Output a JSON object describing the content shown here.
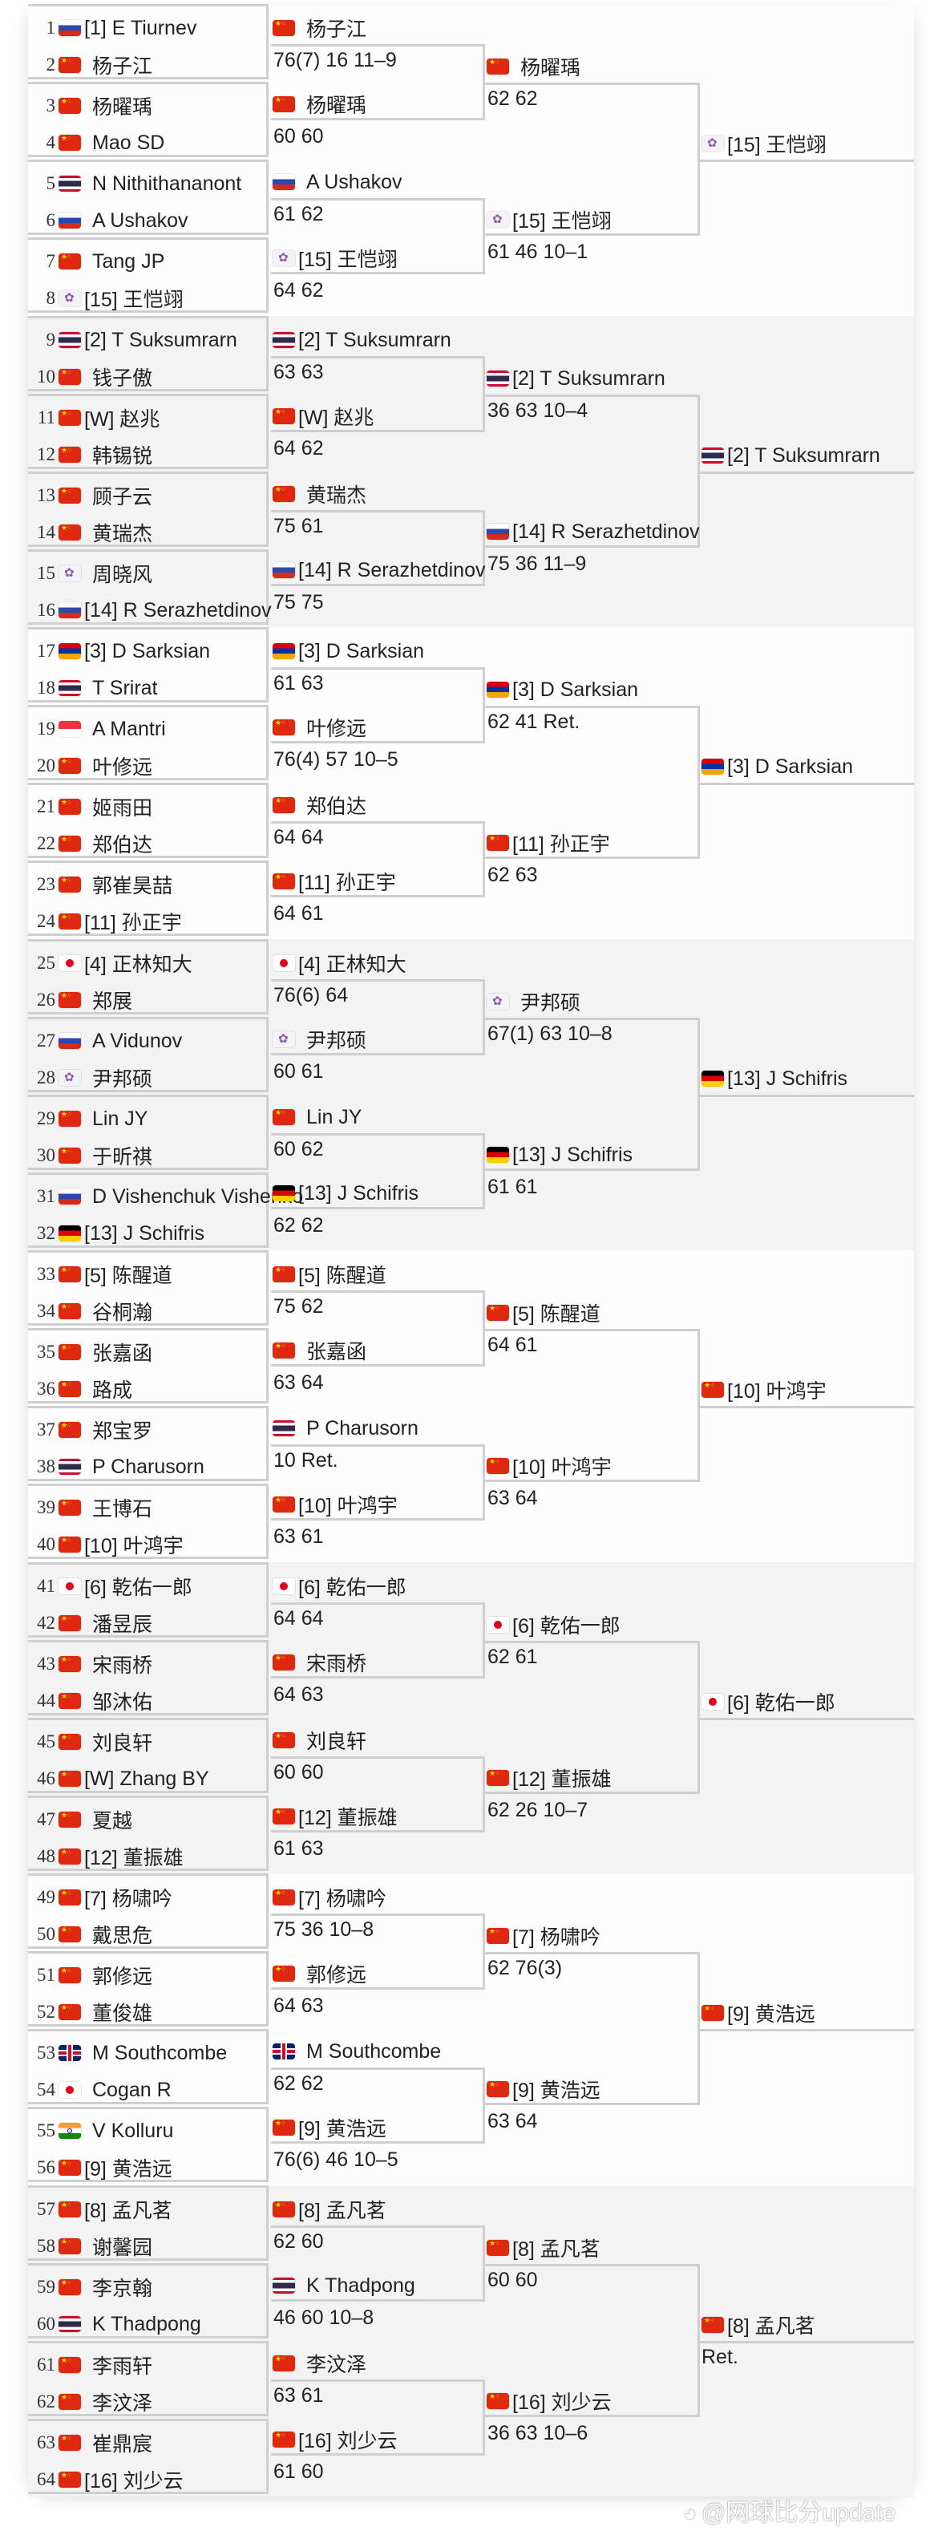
{
  "draw": {
    "sections": [
      {
        "players": [
          {
            "num": "1",
            "flag": "ru",
            "name": "[1] E Tiurnev"
          },
          {
            "num": "2",
            "flag": "cn",
            "name": "杨子江"
          },
          {
            "num": "3",
            "flag": "cn",
            "name": "杨曜瑀"
          },
          {
            "num": "4",
            "flag": "cn",
            "name": "Mao SD"
          },
          {
            "num": "5",
            "flag": "th",
            "name": "N Nithithananont"
          },
          {
            "num": "6",
            "flag": "ru",
            "name": "A Ushakov"
          },
          {
            "num": "7",
            "flag": "cn",
            "name": "Tang JP"
          },
          {
            "num": "8",
            "flag": "tpe",
            "name": "[15] 王恺翊"
          }
        ],
        "r2": [
          {
            "flag": "cn",
            "name": "杨子江",
            "score": "76(7) 16 11–9"
          },
          {
            "flag": "cn",
            "name": "杨曜瑀",
            "score": "60 60"
          },
          {
            "flag": "ru",
            "name": "A Ushakov",
            "score": "61 62"
          },
          {
            "flag": "tpe",
            "name": "[15] 王恺翊",
            "score": "64 62"
          }
        ],
        "r3": [
          {
            "flag": "cn",
            "name": "杨曜瑀",
            "score": "62 62"
          },
          {
            "flag": "tpe",
            "name": "[15] 王恺翊",
            "score": "61 46 10–1"
          }
        ],
        "qf": {
          "flag": "tpe",
          "name": "[15] 王恺翊",
          "score": ""
        }
      },
      {
        "players": [
          {
            "num": "9",
            "flag": "th",
            "name": "[2] T Suksumrarn"
          },
          {
            "num": "10",
            "flag": "cn",
            "name": "钱子傲"
          },
          {
            "num": "11",
            "flag": "cn",
            "name": "[W] 赵兆"
          },
          {
            "num": "12",
            "flag": "cn",
            "name": "韩锡锐"
          },
          {
            "num": "13",
            "flag": "cn",
            "name": "顾子云"
          },
          {
            "num": "14",
            "flag": "cn",
            "name": "黄瑞杰"
          },
          {
            "num": "15",
            "flag": "tpe",
            "name": "周晓风"
          },
          {
            "num": "16",
            "flag": "ru",
            "name": "[14] R Serazhetdinov"
          }
        ],
        "r2": [
          {
            "flag": "th",
            "name": "[2] T Suksumrarn",
            "score": "63 63"
          },
          {
            "flag": "cn",
            "name": "[W] 赵兆",
            "score": "64 62"
          },
          {
            "flag": "cn",
            "name": "黄瑞杰",
            "score": "75 61"
          },
          {
            "flag": "ru",
            "name": "[14] R Serazhetdinov",
            "score": "75 75"
          }
        ],
        "r3": [
          {
            "flag": "th",
            "name": "[2] T Suksumrarn",
            "score": "36 63 10–4"
          },
          {
            "flag": "ru",
            "name": "[14] R Serazhetdinov",
            "score": "75 36 11–9"
          }
        ],
        "qf": {
          "flag": "th",
          "name": "[2] T Suksumrarn",
          "score": ""
        }
      },
      {
        "players": [
          {
            "num": "17",
            "flag": "am",
            "name": "[3] D Sarksian"
          },
          {
            "num": "18",
            "flag": "th",
            "name": "T Srirat"
          },
          {
            "num": "19",
            "flag": "sg",
            "name": "A Mantri"
          },
          {
            "num": "20",
            "flag": "cn",
            "name": "叶修远"
          },
          {
            "num": "21",
            "flag": "cn",
            "name": "姬雨田"
          },
          {
            "num": "22",
            "flag": "cn",
            "name": "郑伯达"
          },
          {
            "num": "23",
            "flag": "cn",
            "name": "郭崔昊喆"
          },
          {
            "num": "24",
            "flag": "cn",
            "name": "[11] 孙正宇"
          }
        ],
        "r2": [
          {
            "flag": "am",
            "name": "[3] D Sarksian",
            "score": "61 63"
          },
          {
            "flag": "cn",
            "name": "叶修远",
            "score": "76(4) 57 10–5"
          },
          {
            "flag": "cn",
            "name": "郑伯达",
            "score": "64 64"
          },
          {
            "flag": "cn",
            "name": "[11] 孙正宇",
            "score": "64 61"
          }
        ],
        "r3": [
          {
            "flag": "am",
            "name": "[3] D Sarksian",
            "score": "62 41 Ret."
          },
          {
            "flag": "cn",
            "name": "[11] 孙正宇",
            "score": "62 63"
          }
        ],
        "qf": {
          "flag": "am",
          "name": "[3] D Sarksian",
          "score": ""
        }
      },
      {
        "players": [
          {
            "num": "25",
            "flag": "jp",
            "name": "[4] 正林知大"
          },
          {
            "num": "26",
            "flag": "cn",
            "name": "郑展"
          },
          {
            "num": "27",
            "flag": "ru",
            "name": "A Vidunov"
          },
          {
            "num": "28",
            "flag": "tpe",
            "name": "尹邦硕"
          },
          {
            "num": "29",
            "flag": "cn",
            "name": "Lin JY"
          },
          {
            "num": "30",
            "flag": "cn",
            "name": "于昕祺"
          },
          {
            "num": "31",
            "flag": "ru",
            "name": "D Vishenchuk Vishenko"
          },
          {
            "num": "32",
            "flag": "de",
            "name": "[13] J Schifris"
          }
        ],
        "r2": [
          {
            "flag": "jp",
            "name": "[4] 正林知大",
            "score": "76(6) 64"
          },
          {
            "flag": "tpe",
            "name": "尹邦硕",
            "score": "60 61"
          },
          {
            "flag": "cn",
            "name": "Lin JY",
            "score": "60 62"
          },
          {
            "flag": "de",
            "name": "[13] J Schifris",
            "score": "62 62"
          }
        ],
        "r3": [
          {
            "flag": "tpe",
            "name": "尹邦硕",
            "score": "67(1) 63 10–8"
          },
          {
            "flag": "de",
            "name": "[13] J Schifris",
            "score": "61 61"
          }
        ],
        "qf": {
          "flag": "de",
          "name": "[13] J Schifris",
          "score": ""
        }
      },
      {
        "players": [
          {
            "num": "33",
            "flag": "cn",
            "name": "[5] 陈醒道"
          },
          {
            "num": "34",
            "flag": "cn",
            "name": "谷桐瀚"
          },
          {
            "num": "35",
            "flag": "cn",
            "name": "张嘉函"
          },
          {
            "num": "36",
            "flag": "cn",
            "name": "路成"
          },
          {
            "num": "37",
            "flag": "cn",
            "name": "郑宝罗"
          },
          {
            "num": "38",
            "flag": "th",
            "name": "P Charusorn"
          },
          {
            "num": "39",
            "flag": "cn",
            "name": "王博石"
          },
          {
            "num": "40",
            "flag": "cn",
            "name": "[10] 叶鸿宇"
          }
        ],
        "r2": [
          {
            "flag": "cn",
            "name": "[5] 陈醒道",
            "score": "75 62"
          },
          {
            "flag": "cn",
            "name": "张嘉函",
            "score": "63 64"
          },
          {
            "flag": "th",
            "name": "P Charusorn",
            "score": "10 Ret."
          },
          {
            "flag": "cn",
            "name": "[10] 叶鸿宇",
            "score": "63 61"
          }
        ],
        "r3": [
          {
            "flag": "cn",
            "name": "[5] 陈醒道",
            "score": "64 61"
          },
          {
            "flag": "cn",
            "name": "[10] 叶鸿宇",
            "score": "63 64"
          }
        ],
        "qf": {
          "flag": "cn",
          "name": "[10] 叶鸿宇",
          "score": ""
        }
      },
      {
        "players": [
          {
            "num": "41",
            "flag": "jp",
            "name": "[6] 乾佑一郎"
          },
          {
            "num": "42",
            "flag": "cn",
            "name": "潘昱辰"
          },
          {
            "num": "43",
            "flag": "cn",
            "name": "宋雨桥"
          },
          {
            "num": "44",
            "flag": "cn",
            "name": "邹沐佑"
          },
          {
            "num": "45",
            "flag": "cn",
            "name": "刘良轩"
          },
          {
            "num": "46",
            "flag": "cn",
            "name": "[W] Zhang BY"
          },
          {
            "num": "47",
            "flag": "cn",
            "name": "夏越"
          },
          {
            "num": "48",
            "flag": "cn",
            "name": "[12] 董振雄"
          }
        ],
        "r2": [
          {
            "flag": "jp",
            "name": "[6] 乾佑一郎",
            "score": "64 64"
          },
          {
            "flag": "cn",
            "name": "宋雨桥",
            "score": "64 63"
          },
          {
            "flag": "cn",
            "name": "刘良轩",
            "score": "60 60"
          },
          {
            "flag": "cn",
            "name": "[12] 董振雄",
            "score": "61 63"
          }
        ],
        "r3": [
          {
            "flag": "jp",
            "name": "[6] 乾佑一郎",
            "score": "62 61"
          },
          {
            "flag": "cn",
            "name": "[12] 董振雄",
            "score": "62 26 10–7"
          }
        ],
        "qf": {
          "flag": "jp",
          "name": "[6] 乾佑一郎",
          "score": ""
        }
      },
      {
        "players": [
          {
            "num": "49",
            "flag": "cn",
            "name": "[7] 杨啸吟"
          },
          {
            "num": "50",
            "flag": "cn",
            "name": "戴思危"
          },
          {
            "num": "51",
            "flag": "cn",
            "name": "郭修远"
          },
          {
            "num": "52",
            "flag": "cn",
            "name": "董俊雄"
          },
          {
            "num": "53",
            "flag": "gb",
            "name": "M Southcombe"
          },
          {
            "num": "54",
            "flag": "jp",
            "name": "Cogan R"
          },
          {
            "num": "55",
            "flag": "in",
            "name": "V Kolluru"
          },
          {
            "num": "56",
            "flag": "cn",
            "name": "[9] 黄浩远"
          }
        ],
        "r2": [
          {
            "flag": "cn",
            "name": "[7] 杨啸吟",
            "score": "75 36 10–8"
          },
          {
            "flag": "cn",
            "name": "郭修远",
            "score": "64 63"
          },
          {
            "flag": "gb",
            "name": "M Southcombe",
            "score": "62 62"
          },
          {
            "flag": "cn",
            "name": "[9] 黄浩远",
            "score": "76(6) 46 10–5"
          }
        ],
        "r3": [
          {
            "flag": "cn",
            "name": "[7] 杨啸吟",
            "score": "62 76(3)"
          },
          {
            "flag": "cn",
            "name": "[9] 黄浩远",
            "score": "63 64"
          }
        ],
        "qf": {
          "flag": "cn",
          "name": "[9] 黄浩远",
          "score": ""
        }
      },
      {
        "players": [
          {
            "num": "57",
            "flag": "cn",
            "name": "[8] 孟凡茗"
          },
          {
            "num": "58",
            "flag": "cn",
            "name": "谢馨园"
          },
          {
            "num": "59",
            "flag": "cn",
            "name": "李京翰"
          },
          {
            "num": "60",
            "flag": "th",
            "name": "K Thadpong"
          },
          {
            "num": "61",
            "flag": "cn",
            "name": "李雨轩"
          },
          {
            "num": "62",
            "flag": "cn",
            "name": "李汶泽"
          },
          {
            "num": "63",
            "flag": "cn",
            "name": "崔鼎宸"
          },
          {
            "num": "64",
            "flag": "cn",
            "name": "[16] 刘少云"
          }
        ],
        "r2": [
          {
            "flag": "cn",
            "name": "[8] 孟凡茗",
            "score": "62 60"
          },
          {
            "flag": "th",
            "name": "K Thadpong",
            "score": "46 60 10–8"
          },
          {
            "flag": "cn",
            "name": "李汶泽",
            "score": "63 61"
          },
          {
            "flag": "cn",
            "name": "[16] 刘少云",
            "score": "61 60"
          }
        ],
        "r3": [
          {
            "flag": "cn",
            "name": "[8] 孟凡茗",
            "score": "60 60"
          },
          {
            "flag": "cn",
            "name": "[16] 刘少云",
            "score": "36 63 10–6"
          }
        ],
        "qf": {
          "flag": "cn",
          "name": "[8] 孟凡茗",
          "score": "Ret."
        }
      }
    ]
  },
  "watermark": {
    "icon": "weibo-icon",
    "text": "@网球比分update"
  }
}
